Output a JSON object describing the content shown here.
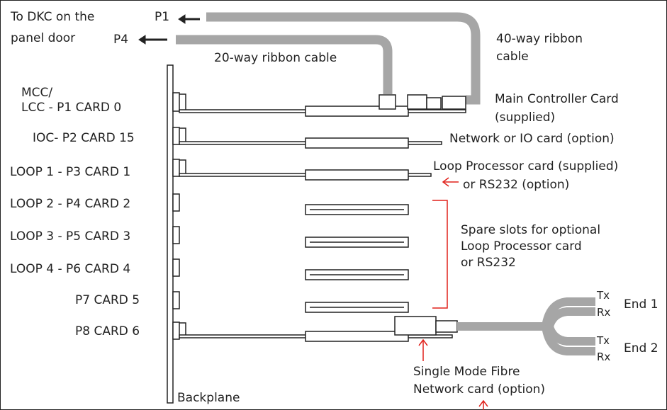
{
  "top": {
    "dkc_line1": "To DKC on the",
    "dkc_line2": "panel door",
    "p1": "P1",
    "p4": "P4",
    "ribbon20": "20-way ribbon cable",
    "ribbon40_line1": "40-way ribbon",
    "ribbon40_line2": "cable"
  },
  "slots": [
    {
      "label": "MCC/",
      "label2": "LCC -  P1  CARD 0"
    },
    {
      "label": "IOC-  P2  CARD 15"
    },
    {
      "label": "LOOP 1 - P3  CARD 1"
    },
    {
      "label": "LOOP 2 - P4  CARD 2"
    },
    {
      "label": "LOOP 3 - P5  CARD 3"
    },
    {
      "label": "LOOP 4 - P6  CARD 4"
    },
    {
      "label": "P7  CARD 5"
    },
    {
      "label": "P8  CARD 6"
    }
  ],
  "cards": {
    "main_line1": "Main Controller Card",
    "main_line2": "(supplied)",
    "network": "Network or IO card (option)",
    "loop_line1": "Loop Processor card (supplied)",
    "loop_line2": "or RS232 (option)",
    "spare_line1": "Spare slots for optional",
    "spare_line2": "Loop Processor card",
    "spare_line3": "or RS232",
    "fibre_line1": "Single Mode Fibre",
    "fibre_line2": "Network card (option)"
  },
  "fibre_ends": {
    "tx1": "Tx",
    "rx1": "Rx",
    "end1": "End 1",
    "tx2": "Tx",
    "rx2": "Rx",
    "end2": "End 2"
  },
  "backplane": "Backplane",
  "colors": {
    "cable": "#a6a6a6",
    "line": "#222222",
    "arrow": "#e0201a"
  }
}
